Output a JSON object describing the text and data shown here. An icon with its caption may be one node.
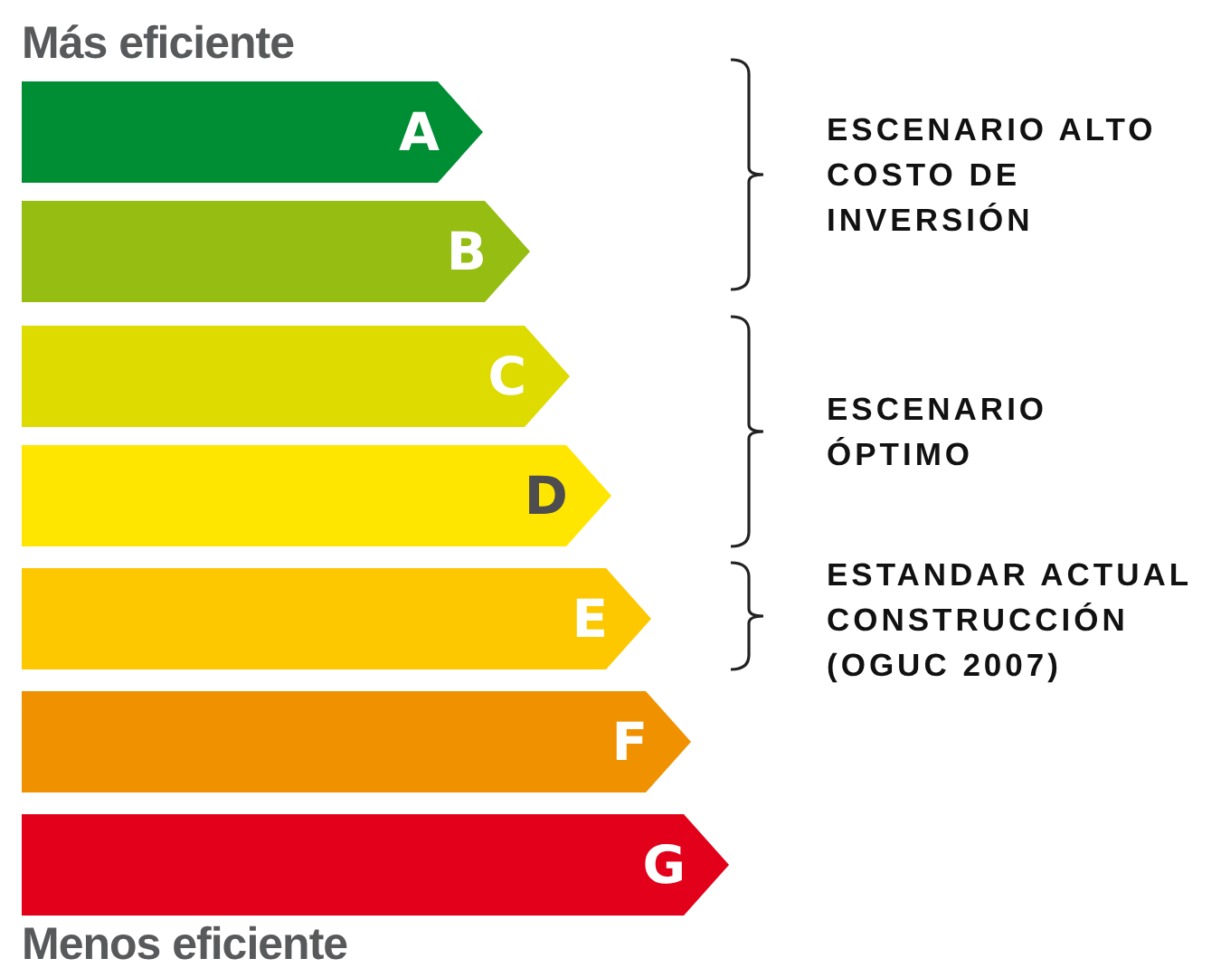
{
  "diagram": {
    "nodes": [
      {
        "text": [
          "A"
        ]
      },
      {
        "text": [
          "B"
        ]
      },
      {
        "text": [
          "C"
        ]
      },
      {
        "text": [
          "D"
        ]
      },
      {
        "text": [
          "E"
        ]
      },
      {
        "text": [
          "F"
        ]
      },
      {
        "text": [
          "G"
        ]
      }
    ],
    "labels": [
      "Más eficiente",
      "ESCENARIO ALTO COSTO DE INVERSIÓN",
      "ESCENARIO ÓPTIMO",
      "ESTANDAR ACTUAL CONSTRUCCIÓN (OGUC 2007)",
      "Menos eficiente"
    ]
  }
}
